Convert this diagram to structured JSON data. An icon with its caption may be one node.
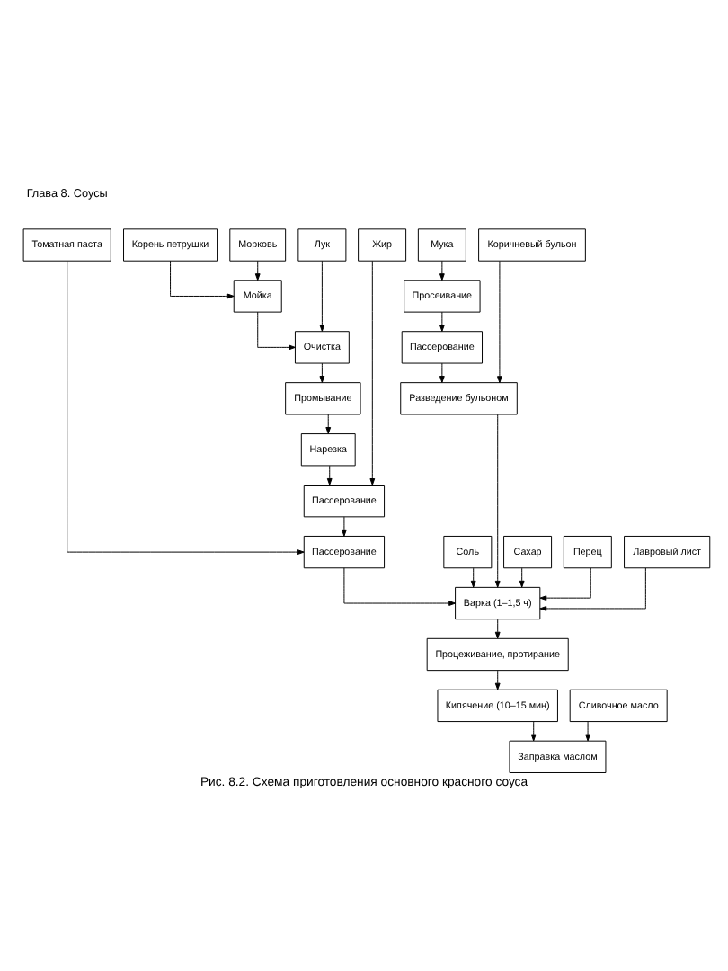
{
  "diagram": {
    "caption": "Рис. 8.2. Схема приготовления основного красного соуса",
    "nodes": [
      {
        "text": [
          "Коричневый бульон"
        ]
      },
      {
        "text": [
          "Мука"
        ]
      },
      {
        "text": [
          "Жир"
        ]
      },
      {
        "text": [
          "Лук"
        ]
      },
      {
        "text": [
          "Морковь"
        ]
      },
      {
        "text": [
          "Корень петрушки"
        ]
      },
      {
        "text": [
          "Томатная паста"
        ]
      },
      {
        "text": [
          "Просеивание"
        ]
      },
      {
        "text": [
          "Мойка"
        ]
      },
      {
        "text": [
          "Очистка"
        ]
      },
      {
        "text": [
          "Промывание"
        ]
      },
      {
        "text": [
          "Нарезка"
        ]
      },
      {
        "text": [
          "Пассерование"
        ]
      },
      {
        "text": [
          "Пассерование"
        ]
      },
      {
        "text": [
          "Разведение бульоном"
        ]
      },
      {
        "text": [
          "Пассерование"
        ]
      },
      {
        "text": [
          "Варка (1–1,5 ч)"
        ]
      },
      {
        "text": [
          "Соль"
        ]
      },
      {
        "text": [
          "Сахар"
        ]
      },
      {
        "text": [
          "Перец"
        ]
      },
      {
        "text": [
          "Лавровый лист"
        ]
      },
      {
        "text": [
          "Процеживание, протирание"
        ]
      },
      {
        "text": [
          "Кипячение (10–15 мин)"
        ]
      },
      {
        "text": [
          "Сливочное масло"
        ]
      },
      {
        "text": [
          "Заправка маслом"
        ]
      }
    ],
    "edges": [
      {
        "from": 1,
        "to": 7,
        "arrow": "to"
      },
      {
        "from": 7,
        "to": 12,
        "arrow": "to"
      },
      {
        "from": 12,
        "to": 14,
        "arrow": "to"
      },
      {
        "from": 0,
        "to": 14,
        "arrow": "to"
      },
      {
        "from": 4,
        "to": 8,
        "arrow": "to"
      },
      {
        "from": 5,
        "to": 8,
        "arrow": "to"
      },
      {
        "from": 8,
        "to": 9,
        "arrow": "to"
      },
      {
        "from": 3,
        "to": 9,
        "arrow": "to"
      },
      {
        "from": 9,
        "to": 10,
        "arrow": "to"
      },
      {
        "from": 10,
        "to": 11,
        "arrow": "to"
      },
      {
        "from": 11,
        "to": 13,
        "arrow": "to"
      },
      {
        "from": 2,
        "to": 13,
        "arrow": "to"
      },
      {
        "from": 13,
        "to": 15,
        "arrow": "to"
      },
      {
        "from": 6,
        "to": 15,
        "arrow": "to"
      },
      {
        "from": 14,
        "to": 16,
        "arrow": "to"
      },
      {
        "from": 15,
        "to": 16,
        "arrow": "to"
      },
      {
        "from": 17,
        "to": 16,
        "arrow": "to"
      },
      {
        "from": 18,
        "to": 16,
        "arrow": "to"
      },
      {
        "from": 19,
        "to": 16,
        "arrow": "to"
      },
      {
        "from": 20,
        "to": 16,
        "arrow": "to"
      },
      {
        "from": 16,
        "to": 21,
        "arrow": "to"
      },
      {
        "from": 21,
        "to": 22,
        "arrow": "to"
      },
      {
        "from": 22,
        "to": 24,
        "arrow": "to"
      },
      {
        "from": 23,
        "to": 24,
        "arrow": "to"
      }
    ],
    "labels": [
      "Глава 8. Соусы"
    ]
  }
}
